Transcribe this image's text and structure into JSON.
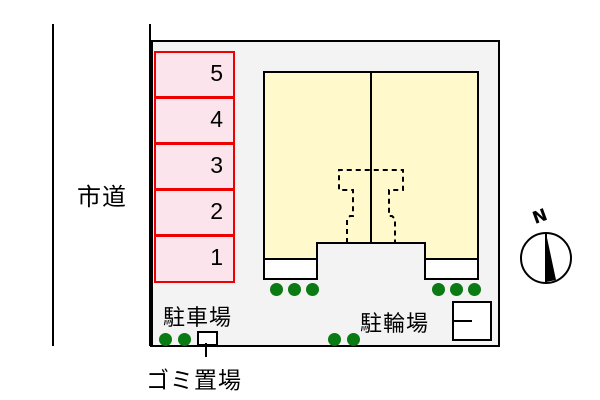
{
  "road": {
    "label": "市道"
  },
  "parking": {
    "label": "駐車場",
    "stalls": [
      {
        "number": "5"
      },
      {
        "number": "4"
      },
      {
        "number": "3"
      },
      {
        "number": "2"
      },
      {
        "number": "1"
      }
    ],
    "stall_border_color": "#ee0000",
    "stall_fill_color": "#fce4ec"
  },
  "bicycle_parking": {
    "label": "駐輪場"
  },
  "garbage": {
    "label": "ゴミ置場"
  },
  "building": {
    "fill_color": "#fff9cc",
    "units": 2
  },
  "compass": {
    "label": "N"
  },
  "colors": {
    "lot": "#f3f3f3",
    "tree": "#0a7a12"
  }
}
